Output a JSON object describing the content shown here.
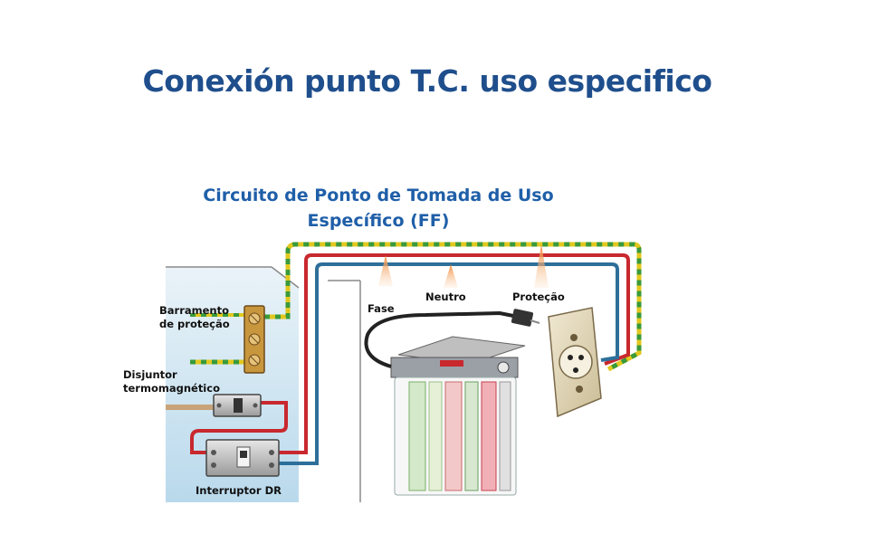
{
  "slide": {
    "title": "Conexión punto T.C. uso especifico"
  },
  "diagram": {
    "title_line1": "Circuito de Ponto de Tomada de Uso",
    "title_line2": "Específico (FF)",
    "labels": {
      "fase": "Fase",
      "neutro": "Neutro",
      "protecao": "Proteção",
      "barramento_1": "Barramento",
      "barramento_2": "de proteção",
      "disjuntor_1": "Disjuntor",
      "disjuntor_2": "termomagnético",
      "interruptor": "Interruptor DR"
    },
    "colors": {
      "title": "#1f4e8c",
      "diagram_title": "#1f5fa8",
      "phase_wire": "#c8282e",
      "neutral_wire": "#2e6f9a",
      "ground_wire_yellow": "#e2c81e",
      "ground_wire_green": "#3a9a3a"
    }
  }
}
